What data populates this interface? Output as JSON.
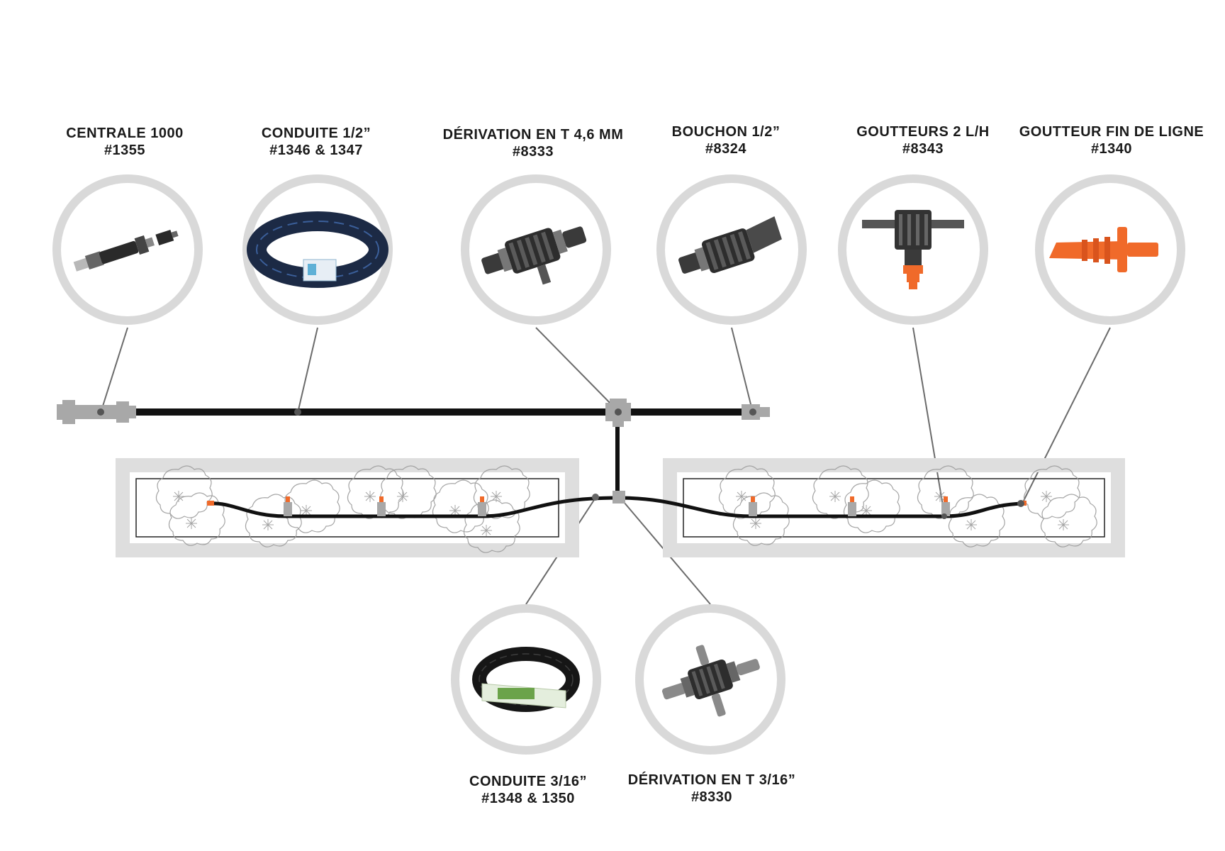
{
  "diagram": {
    "components": [
      {
        "id": "centrale",
        "name": "CENTRALE 1000",
        "code": "#1355",
        "icon": "water-controller-icon"
      },
      {
        "id": "conduite-half",
        "name": "CONDUITE 1/2”",
        "code": "#1346 & 1347",
        "icon": "tube-coil-half-icon"
      },
      {
        "id": "derivation-t46",
        "name": "DÉRIVATION EN T 4,6 MM",
        "code": "#8333",
        "icon": "t-connector-4-6-icon"
      },
      {
        "id": "bouchon",
        "name": "BOUCHON 1/2”",
        "code": "#8324",
        "icon": "end-plug-icon"
      },
      {
        "id": "goutteurs",
        "name": "GOUTTEURS 2 L/H",
        "code": "#8343",
        "icon": "inline-dripper-icon"
      },
      {
        "id": "goutteur-fin",
        "name": "GOUTTEUR FIN DE LIGNE",
        "code": "#1340",
        "icon": "end-dripper-icon"
      },
      {
        "id": "conduite-316",
        "name": "CONDUITE 3/16”",
        "code": "#1348 & 1350",
        "icon": "tube-coil-small-icon"
      },
      {
        "id": "derivation-t316",
        "name": "DÉRIVATION EN T 3/16”",
        "code": "#8330",
        "icon": "t-connector-small-icon"
      }
    ],
    "colors": {
      "ring": "#d9d9d9",
      "leader": "#6b6b6b",
      "pipe": "#111111",
      "fitting": "#a8a8a8",
      "dripper": "#f06a2a",
      "bed_border": "#dedede",
      "plant_outline": "#9b9b9b"
    }
  }
}
